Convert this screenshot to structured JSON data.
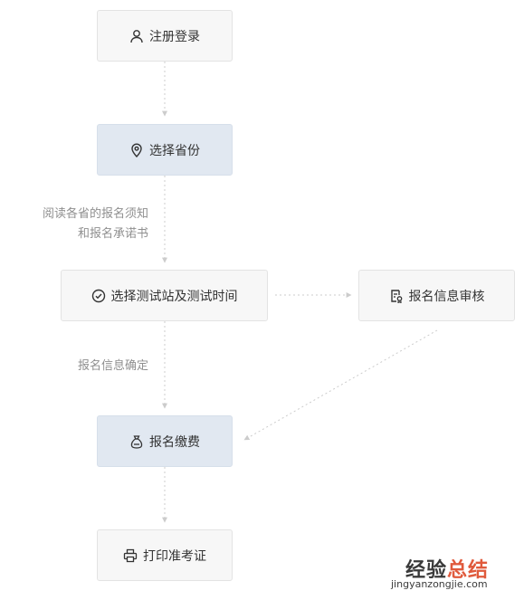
{
  "nodes": {
    "register": "注册登录",
    "select_province": "选择省份",
    "select_site": "选择测试站及测试时间",
    "review": "报名信息审核",
    "payment": "报名缴费",
    "print_ticket": "打印准考证"
  },
  "edge_labels": {
    "read_notice_line1": "阅读各省的报名须知",
    "read_notice_line2": "和报名承诺书",
    "confirm_info": "报名信息确定"
  },
  "watermark": {
    "text_part1": "经验",
    "text_part2": "总结",
    "url": "jingyanzongjie.com"
  },
  "colors": {
    "highlight_node": "#e1e8f1",
    "plain_node": "#f7f7f7",
    "connector": "#cccccc",
    "watermark_accent": "#e05a3c"
  }
}
